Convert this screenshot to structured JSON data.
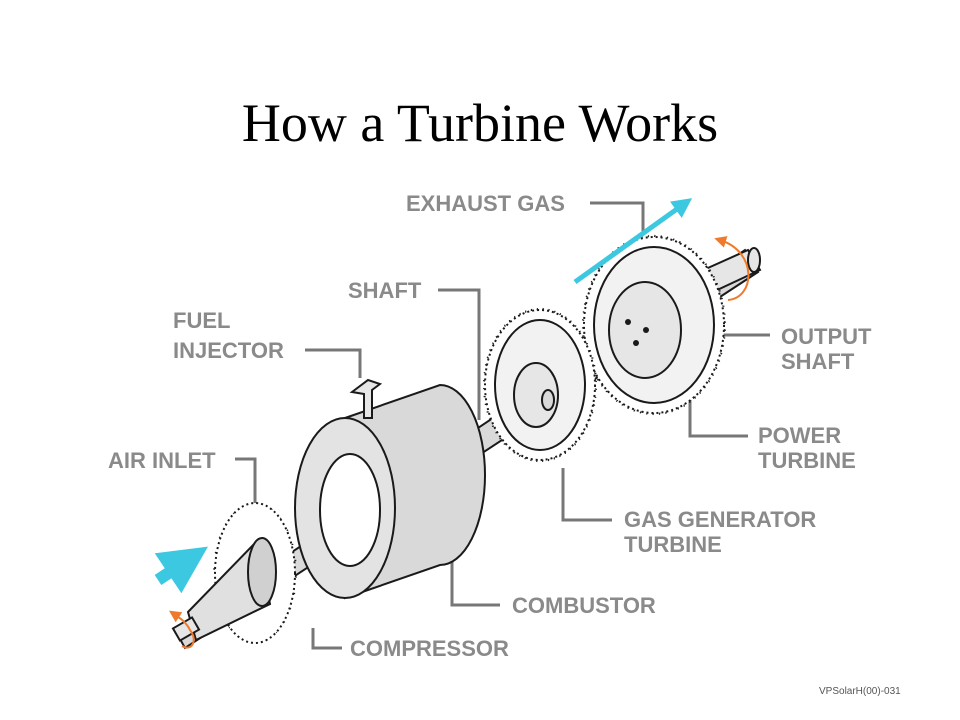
{
  "slide": {
    "title": "How a Turbine Works",
    "footer": "VPSolarH(00)-031"
  },
  "labels": {
    "exhaust_gas": "EXHAUST GAS",
    "shaft": "SHAFT",
    "fuel_injector_line1": "FUEL",
    "fuel_injector_line2": "INJECTOR",
    "air_inlet": "AIR INLET",
    "output_shaft_line1": "OUTPUT",
    "output_shaft_line2": "SHAFT",
    "power_turbine_line1": "POWER",
    "power_turbine_line2": "TURBINE",
    "gas_generator_line1": "GAS GENERATOR",
    "gas_generator_line2": "TURBINE",
    "combustor": "COMBUSTOR",
    "compressor": "COMPRESSOR"
  },
  "colors": {
    "label_gray": "#8a8a8a",
    "leader_gray": "#777777",
    "flow_arrow_cyan": "#3cc8e0",
    "rotation_arrow_orange": "#f07a2a",
    "part_fill": "#d9d9d9",
    "part_stroke": "#1a1a1a"
  }
}
